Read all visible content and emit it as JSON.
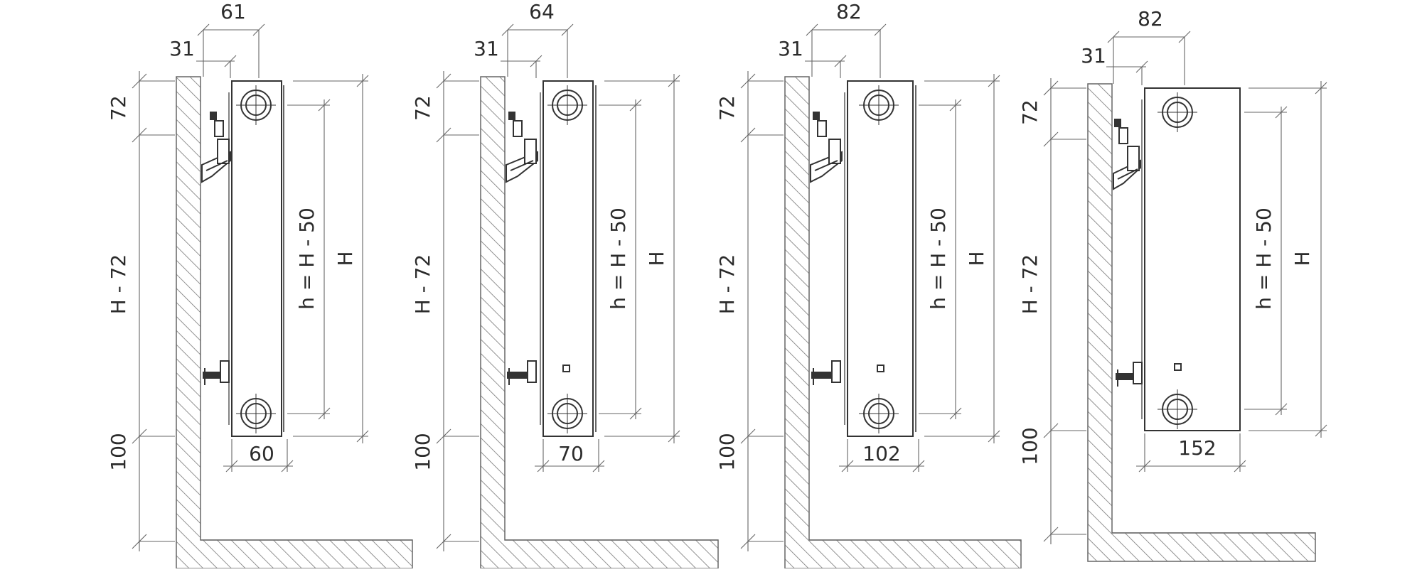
{
  "diagrams": [
    {
      "top_width": "61",
      "bracket_offset": "31",
      "depth": "60",
      "top_gap": "72",
      "mid_label": "H - 72",
      "bottom_gap": "100",
      "h_label": "h = H - 50",
      "H_label": "H"
    },
    {
      "top_width": "64",
      "bracket_offset": "31",
      "depth": "70",
      "top_gap": "72",
      "mid_label": "H - 72",
      "bottom_gap": "100",
      "h_label": "h = H - 50",
      "H_label": "H"
    },
    {
      "top_width": "82",
      "bracket_offset": "31",
      "depth": "102",
      "top_gap": "72",
      "mid_label": "H - 72",
      "bottom_gap": "100",
      "h_label": "h = H - 50",
      "H_label": "H"
    },
    {
      "top_width": "82",
      "bracket_offset": "31",
      "depth": "152",
      "top_gap": "72",
      "mid_label": "H - 72",
      "bottom_gap": "100",
      "h_label": "h = H - 50",
      "H_label": "H"
    }
  ]
}
